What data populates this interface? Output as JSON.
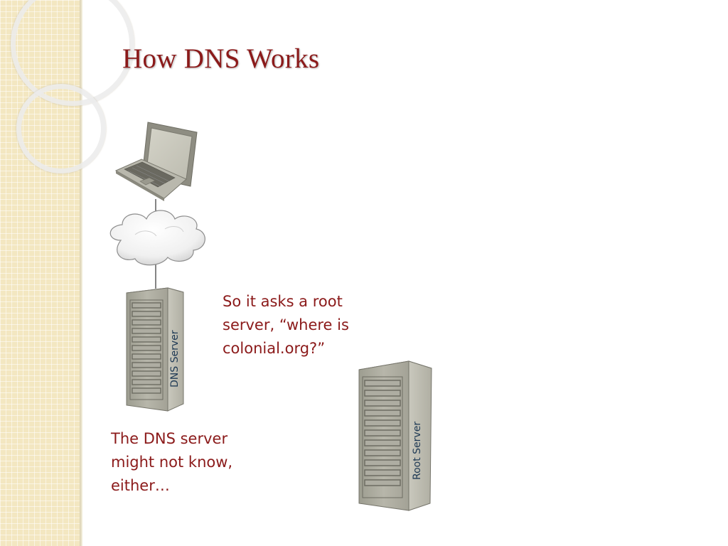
{
  "slide": {
    "title": "How DNS Works",
    "caption_root": "So it asks a root server, “where is colonial.org?”",
    "caption_dns": "The DNS server might not know, either…"
  },
  "diagram": {
    "dns_server_label": "DNS Server",
    "root_server_label": "Root Server"
  },
  "colors": {
    "title": "#8b1a1a",
    "text": "#8b1a1a",
    "server_label": "#1f3a55",
    "sidebar": "#f3e7c1"
  }
}
